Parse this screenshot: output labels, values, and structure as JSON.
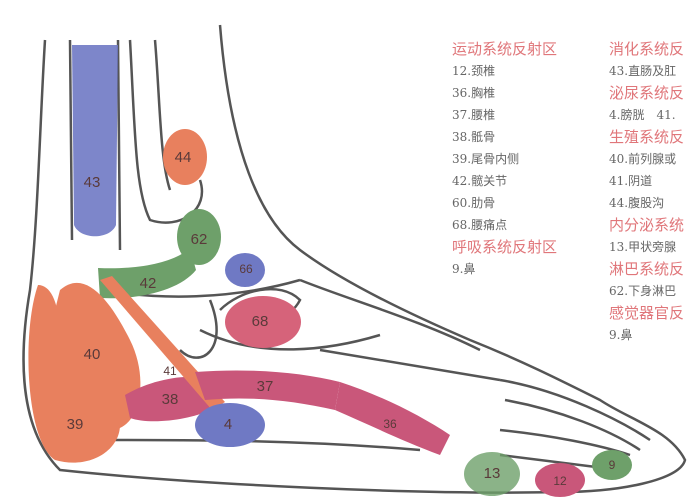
{
  "colors": {
    "orange": "#e8805e",
    "blue": "#6f79c4",
    "green": "#6ea06a",
    "pink": "#d6637a",
    "magenta": "#c9577a",
    "heading": "#e0767a",
    "outline": "#555555"
  },
  "zones": {
    "z43": "43",
    "z44": "44",
    "z62": "62",
    "z66": "66",
    "z42": "42",
    "z68": "68",
    "z40": "40",
    "z39": "39",
    "z38": "38",
    "z41": "41",
    "z37": "37",
    "z36": "36",
    "z4": "4",
    "z13": "13",
    "z12": "12",
    "z9": "9"
  },
  "legend_left": [
    {
      "type": "h",
      "text": "运动系统反射区"
    },
    {
      "type": "i",
      "text": "12.颈椎"
    },
    {
      "type": "i",
      "text": "36.胸椎"
    },
    {
      "type": "i",
      "text": "37.腰椎"
    },
    {
      "type": "i",
      "text": "38.骶骨"
    },
    {
      "type": "i",
      "text": "39.尾骨内侧"
    },
    {
      "type": "i",
      "text": "42.髋关节"
    },
    {
      "type": "i",
      "text": "60.肋骨"
    },
    {
      "type": "i",
      "text": "68.腰痛点"
    },
    {
      "type": "h",
      "text": "呼吸系统反射区"
    },
    {
      "type": "i",
      "text": "9.鼻"
    }
  ],
  "legend_right": [
    {
      "type": "h",
      "text": "消化系统反"
    },
    {
      "type": "i",
      "text": "43.直肠及肛"
    },
    {
      "type": "h",
      "text": "泌尿系统反"
    },
    {
      "type": "i",
      "text": "4.膀胱　41."
    },
    {
      "type": "h",
      "text": "生殖系统反"
    },
    {
      "type": "i",
      "text": "40.前列腺或"
    },
    {
      "type": "i",
      "text": "41.阴道"
    },
    {
      "type": "i",
      "text": "44.腹股沟"
    },
    {
      "type": "h",
      "text": "内分泌系统"
    },
    {
      "type": "i",
      "text": "13.甲状旁腺"
    },
    {
      "type": "h",
      "text": "淋巴系统反"
    },
    {
      "type": "i",
      "text": "62.下身淋巴"
    },
    {
      "type": "h",
      "text": "感觉器官反"
    },
    {
      "type": "i",
      "text": "9.鼻"
    }
  ]
}
